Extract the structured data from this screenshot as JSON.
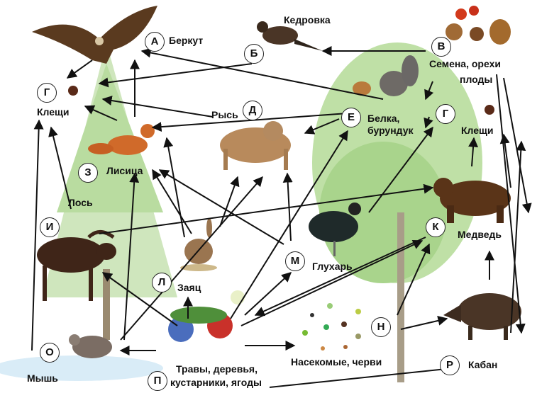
{
  "nodes": {
    "a": {
      "letter": "А",
      "label": "Беркут"
    },
    "b": {
      "letter": "Б",
      "label": "Кедровка"
    },
    "v": {
      "letter": "В",
      "label1": "Семена, орехи",
      "label2": "плоды"
    },
    "g1": {
      "letter": "Г",
      "label": "Клещи"
    },
    "g2": {
      "letter": "Г",
      "label": "Клещи"
    },
    "d": {
      "letter": "Д",
      "label": "Рысь"
    },
    "e": {
      "letter": "Е",
      "label1": "Белка,",
      "label2": "бурундук"
    },
    "z": {
      "letter": "З",
      "label": "Лисица"
    },
    "i": {
      "letter": "И",
      "label": "Лось"
    },
    "k": {
      "letter": "К",
      "label": "Медведь"
    },
    "l": {
      "letter": "Л",
      "label": "Заяц"
    },
    "m": {
      "letter": "М",
      "label": "Глухарь"
    },
    "n": {
      "letter": "Н",
      "label": "Насекомые, черви"
    },
    "o": {
      "letter": "О",
      "label": "Мышь"
    },
    "p": {
      "letter": "П",
      "label1": "Травы, деревья,",
      "label2": "кустарники, ягоды"
    },
    "r": {
      "letter": "Р",
      "label": "Кабан"
    }
  },
  "colors": {
    "tree": "#b9dca0",
    "arrow": "#111111"
  }
}
